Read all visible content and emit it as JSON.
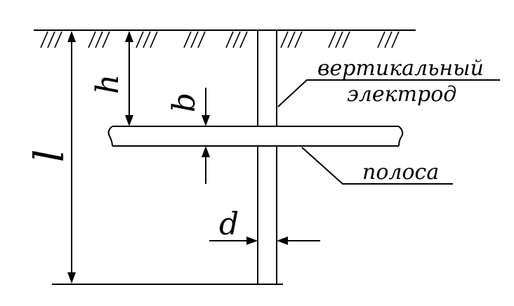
{
  "labels": {
    "vertical_electrode_line1": "вертикальный",
    "vertical_electrode_line2": "электрод",
    "strip": "полоса"
  },
  "symbols": {
    "h": "h",
    "b": "b",
    "l": "l",
    "d": "d"
  },
  "colors": {
    "ink": "#000000",
    "background": "#ffffff"
  }
}
